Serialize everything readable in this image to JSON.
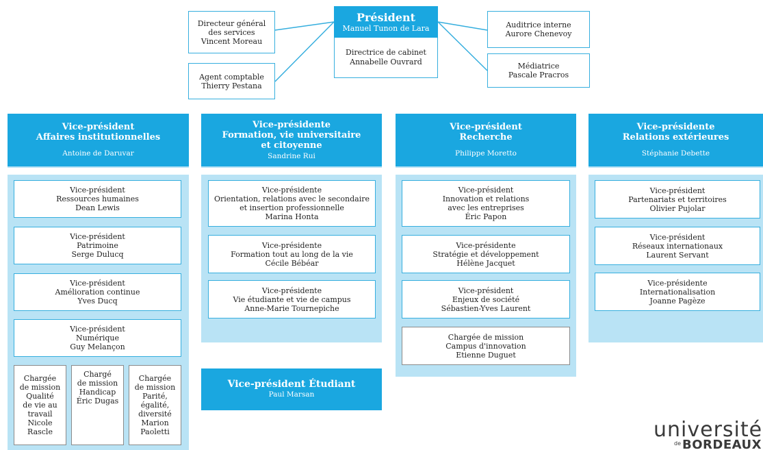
{
  "top": {
    "dgs": {
      "title": "Directeur général",
      "title2": "des services",
      "name": "Vincent Moreau"
    },
    "comptable": {
      "title": "Agent comptable",
      "name": "Thierry Pestana"
    },
    "president": {
      "title": "Président",
      "name": "Manuel Tunon de Lara"
    },
    "cabinet": {
      "title": "Directrice de cabinet",
      "name": "Annabelle Ouvrard"
    },
    "auditrice": {
      "title": "Auditrice interne",
      "name": "Aurore Chenevoy"
    },
    "mediatrice": {
      "title": "Médiatrice",
      "name": "Pascale Pracros"
    }
  },
  "columns": [
    {
      "title": [
        "Vice-président",
        "Affaires institutionnelles"
      ],
      "name": "Antoine de Daruvar",
      "boxes": [
        {
          "lines": [
            "Vice-président",
            "Ressources humaines",
            "Dean Lewis"
          ]
        },
        {
          "lines": [
            "Vice-président",
            "Patrimoine",
            "Serge Dulucq"
          ]
        },
        {
          "lines": [
            "Vice-président",
            "Amélioration continue",
            "Yves Ducq"
          ]
        },
        {
          "lines": [
            "Vice-président",
            "Numérique",
            "Guy Melançon"
          ]
        }
      ],
      "missions": [
        {
          "lines": [
            "Chargée",
            "de mission",
            "Qualité",
            "de vie au",
            "travail",
            "Nicole",
            "Rascle"
          ]
        },
        {
          "lines": [
            "Chargé",
            "de mission",
            "Handicap",
            "Éric Dugas"
          ]
        },
        {
          "lines": [
            "Chargée",
            "de mission",
            "Parité,",
            "égalité,",
            "diversité",
            "Marion",
            "Paoletti"
          ]
        }
      ]
    },
    {
      "title": [
        "Vice-présidente",
        "Formation, vie universitaire",
        "et citoyenne"
      ],
      "name": "Sandrine Rui",
      "boxes": [
        {
          "lines": [
            "Vice-présidente",
            "Orientation, relations avec le secondaire",
            "et insertion professionnelle",
            "Marina Honta"
          ]
        },
        {
          "lines": [
            "Vice-présidente",
            "Formation tout au long de la vie",
            "Cécile Bébéar"
          ]
        },
        {
          "lines": [
            "Vice-présidente",
            "Vie étudiante et vie de campus",
            "Anne-Marie Tournepiche"
          ]
        }
      ]
    },
    {
      "title": [
        "Vice-président",
        "Recherche"
      ],
      "name": "Philippe Moretto",
      "boxes": [
        {
          "lines": [
            "Vice-président",
            "Innovation et relations",
            "avec les entreprises",
            "Éric Papon"
          ]
        },
        {
          "lines": [
            "Vice-présidente",
            "Stratégie et développement",
            "Hélène Jacquet"
          ]
        },
        {
          "lines": [
            "Vice-président",
            "Enjeux de société",
            "Sébastien-Yves Laurent"
          ]
        },
        {
          "lines": [
            "Chargée de mission",
            "Campus d'innovation",
            "Etienne Duguet"
          ]
        }
      ]
    },
    {
      "title": [
        "Vice-présidente",
        "Relations extérieures"
      ],
      "name": "Stéphanie Debette",
      "boxes": [
        {
          "lines": [
            "Vice-président",
            "Partenariats et territoires",
            "Olivier Pujolar"
          ]
        },
        {
          "lines": [
            "Vice-président",
            "Réseaux internationaux",
            "Laurent Servant"
          ]
        },
        {
          "lines": [
            "Vice-présidente",
            "Internationalisation",
            "Joanne Pagèze"
          ]
        }
      ]
    }
  ],
  "etudiant": {
    "title": "Vice-président Étudiant",
    "name": "Paul Marsan"
  },
  "logo": {
    "line1": "université",
    "de": "de",
    "line2": "BORDEAUX"
  },
  "colors": {
    "accent": "#1aa7e0",
    "light": "#b9e3f5",
    "border": "#35aede"
  }
}
